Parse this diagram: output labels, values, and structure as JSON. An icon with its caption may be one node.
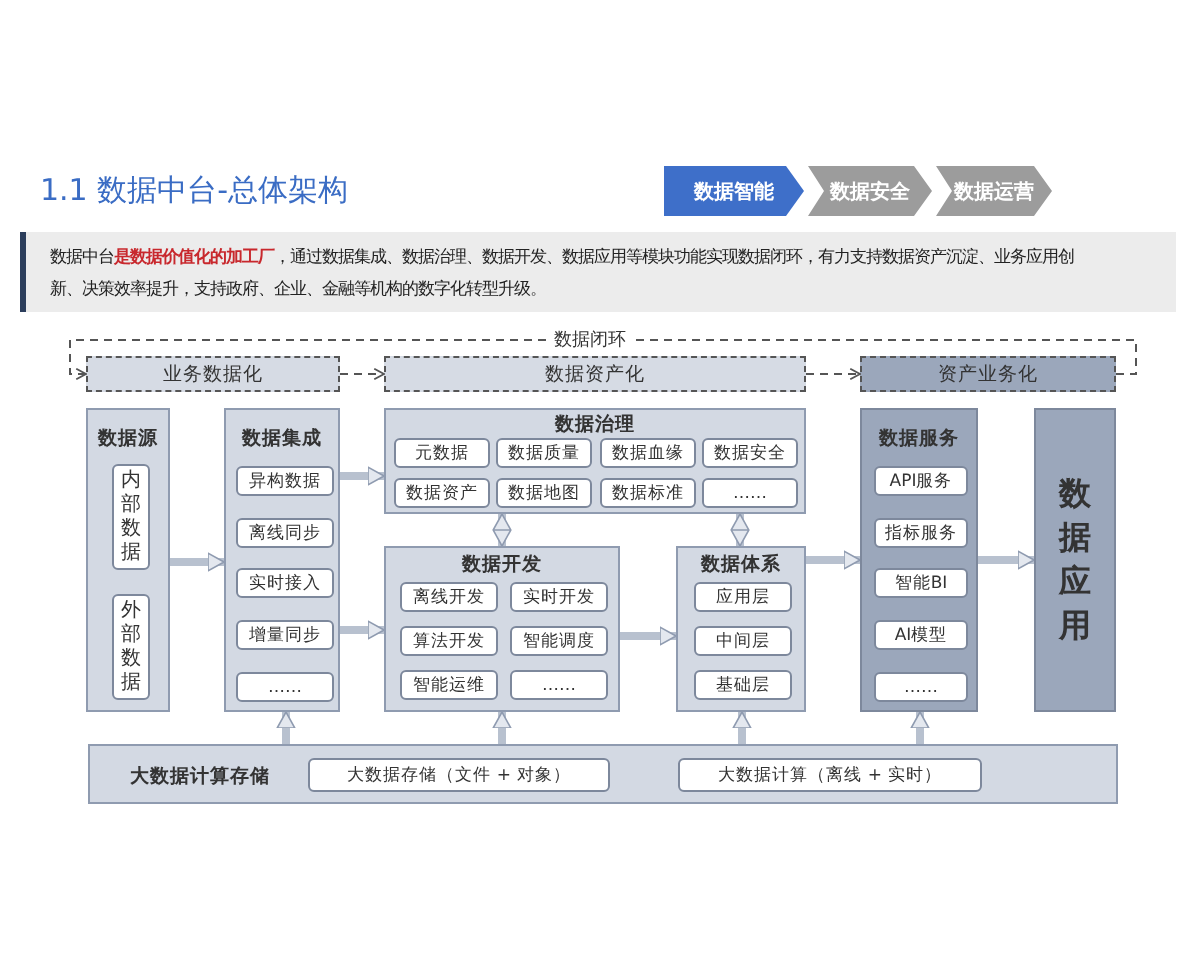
{
  "diagram": {
    "title": "1.1 数据中台-总体架构",
    "nodes": [
      {
        "text": [
          "数据智能"
        ]
      },
      {
        "text": [
          "数据安全"
        ]
      },
      {
        "text": [
          "数据运营"
        ]
      },
      {
        "text": [
          "数据中台**是数据价值化的加工厂**，通过数据集成、数据治理、数据开发、数据应用等模块功能实现数据闭环，有力支持数据资产沉淀、业务应用创新、决策效率提升，支持政府、企业、金融等机构的数字化转型升级。"
        ]
      },
      {
        "text": [
          "业务数据化"
        ]
      },
      {
        "text": [
          "数据资产化"
        ]
      },
      {
        "text": [
          "资产业务化"
        ]
      },
      {
        "text": [
          "数据源"
        ]
      },
      {
        "text": [
          "内部数据"
        ],
        "in": 7
      },
      {
        "text": [
          "外部数据"
        ],
        "in": 7
      },
      {
        "text": [
          "数据集成"
        ]
      },
      {
        "text": [
          "异构数据"
        ],
        "in": 10
      },
      {
        "text": [
          "离线同步"
        ],
        "in": 10
      },
      {
        "text": [
          "实时接入"
        ],
        "in": 10
      },
      {
        "text": [
          "增量同步"
        ],
        "in": 10
      },
      {
        "text": [
          "……"
        ],
        "in": 10
      },
      {
        "text": [
          "数据治理"
        ]
      },
      {
        "text": [
          "元数据"
        ],
        "in": 16
      },
      {
        "text": [
          "数据质量"
        ],
        "in": 16
      },
      {
        "text": [
          "数据血缘"
        ],
        "in": 16
      },
      {
        "text": [
          "数据安全"
        ],
        "in": 16
      },
      {
        "text": [
          "数据资产"
        ],
        "in": 16
      },
      {
        "text": [
          "数据地图"
        ],
        "in": 16
      },
      {
        "text": [
          "数据标准"
        ],
        "in": 16
      },
      {
        "text": [
          "……"
        ],
        "in": 16
      },
      {
        "text": [
          "数据开发"
        ]
      },
      {
        "text": [
          "离线开发"
        ],
        "in": 25
      },
      {
        "text": [
          "实时开发"
        ],
        "in": 25
      },
      {
        "text": [
          "算法开发"
        ],
        "in": 25
      },
      {
        "text": [
          "智能调度"
        ],
        "in": 25
      },
      {
        "text": [
          "智能运维"
        ],
        "in": 25
      },
      {
        "text": [
          "……"
        ],
        "in": 25
      },
      {
        "text": [
          "数据体系"
        ]
      },
      {
        "text": [
          "应用层"
        ],
        "in": 32
      },
      {
        "text": [
          "中间层"
        ],
        "in": 32
      },
      {
        "text": [
          "基础层"
        ],
        "in": 32
      },
      {
        "text": [
          "数据服务"
        ]
      },
      {
        "text": [
          "API服务"
        ],
        "in": 36
      },
      {
        "text": [
          "指标服务"
        ],
        "in": 36
      },
      {
        "text": [
          "智能BI"
        ],
        "in": 36
      },
      {
        "text": [
          "AI模型"
        ],
        "in": 36
      },
      {
        "text": [
          "……"
        ],
        "in": 36
      },
      {
        "text": [
          "数据应用"
        ]
      },
      {
        "text": [
          "大数据计算存储"
        ]
      },
      {
        "text": [
          "大数据存储（文件 + 对象）"
        ],
        "in": 43
      },
      {
        "text": [
          "大数据计算（离线 + 实时）"
        ],
        "in": 43
      }
    ],
    "edges": [
      {
        "from": 4,
        "to": 5,
        "arrow": "to",
        "style": "dashed",
        "color": "#555555"
      },
      {
        "from": 5,
        "to": 6,
        "arrow": "to",
        "style": "dashed",
        "color": "#555555"
      },
      {
        "from": 6,
        "to": 4,
        "arrow": "to",
        "style": "dashed",
        "color": "#555555",
        "label": "数据闭环"
      },
      {
        "from": 7,
        "to": 10,
        "arrow": "to"
      },
      {
        "from": 10,
        "to": 16,
        "arrow": "to"
      },
      {
        "from": 10,
        "to": 25,
        "arrow": "to"
      },
      {
        "from": 16,
        "to": 25,
        "arrow": "both"
      },
      {
        "from": 16,
        "to": 32,
        "arrow": "both"
      },
      {
        "from": 25,
        "to": 32,
        "arrow": "to"
      },
      {
        "from": 32,
        "to": 36,
        "arrow": "to"
      },
      {
        "from": 36,
        "to": 42,
        "arrow": "to"
      },
      {
        "from": 43,
        "to": 10,
        "arrow": "to"
      },
      {
        "from": 43,
        "to": 25,
        "arrow": "to"
      },
      {
        "from": 43,
        "to": 32,
        "arrow": "to"
      },
      {
        "from": 43,
        "to": 36,
        "arrow": "to"
      }
    ]
  }
}
